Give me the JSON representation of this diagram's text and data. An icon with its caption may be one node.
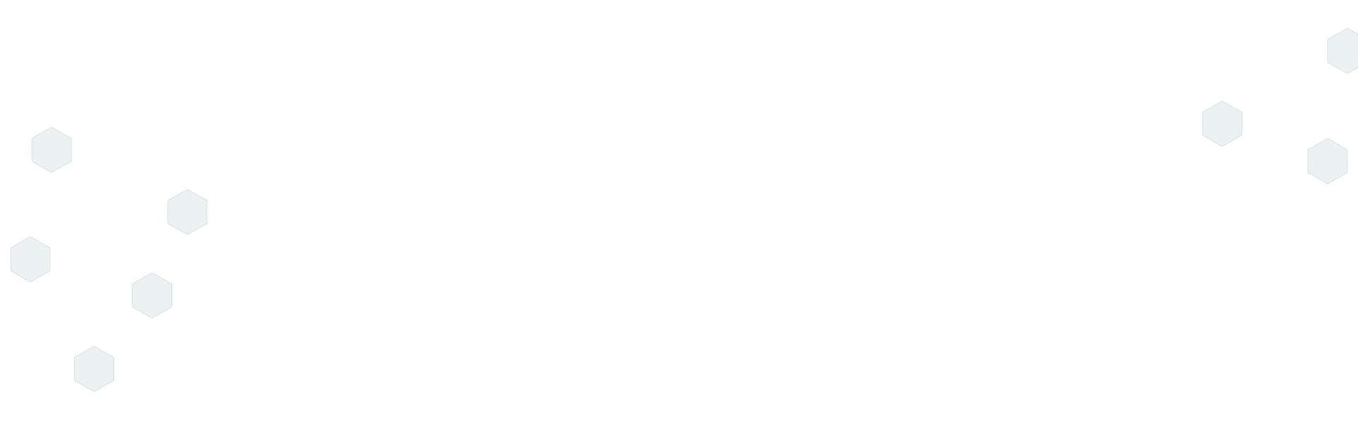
{
  "diagram": {
    "nodes": [
      {
        "text": [],
        "shape": "hexagon"
      },
      {
        "text": [],
        "shape": "hexagon"
      },
      {
        "text": [],
        "shape": "hexagon"
      },
      {
        "text": [],
        "shape": "hexagon"
      },
      {
        "text": [],
        "shape": "hexagon"
      },
      {
        "text": [],
        "shape": "hexagon"
      },
      {
        "text": [],
        "shape": "hexagon"
      },
      {
        "text": [],
        "shape": "hexagon"
      }
    ]
  }
}
